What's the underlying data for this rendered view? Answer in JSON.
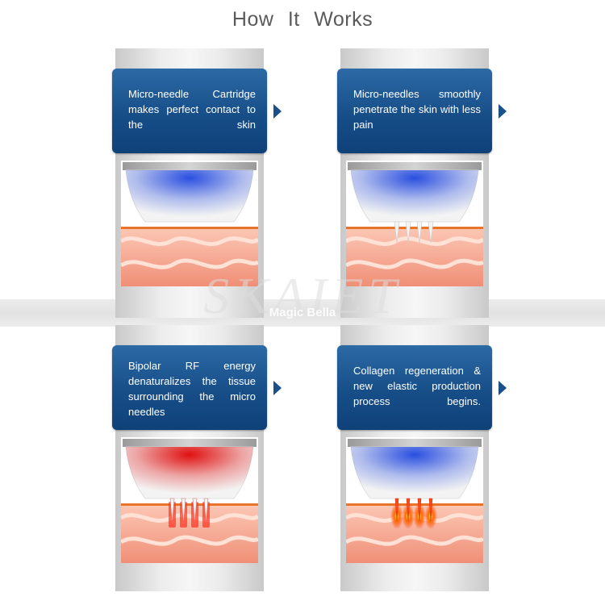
{
  "title": "How  It  Works",
  "steps": [
    {
      "text": "Micro-needle Cartridge makes perfect contact to the skin",
      "applicator_color": "#2a4fe0",
      "needles": "none"
    },
    {
      "text": "Micro-needles smoothly penetrate the skin with less pain",
      "applicator_color": "#2a4fe0",
      "needles": "plain"
    },
    {
      "text": "Bipolar RF energy denaturalizes the tissue surrounding the micro needles",
      "applicator_color": "#e01010",
      "needles": "rf"
    },
    {
      "text": "Collagen regeneration & new elastic production process begins.",
      "applicator_color": "#2a4fe0",
      "needles": "glow"
    }
  ],
  "watermark": {
    "line1": "SKAIET",
    "line2": "Magic Bella"
  },
  "colors": {
    "card_blue": "#174e88",
    "skin": "#f6a089",
    "surface_line": "#e8742c"
  }
}
